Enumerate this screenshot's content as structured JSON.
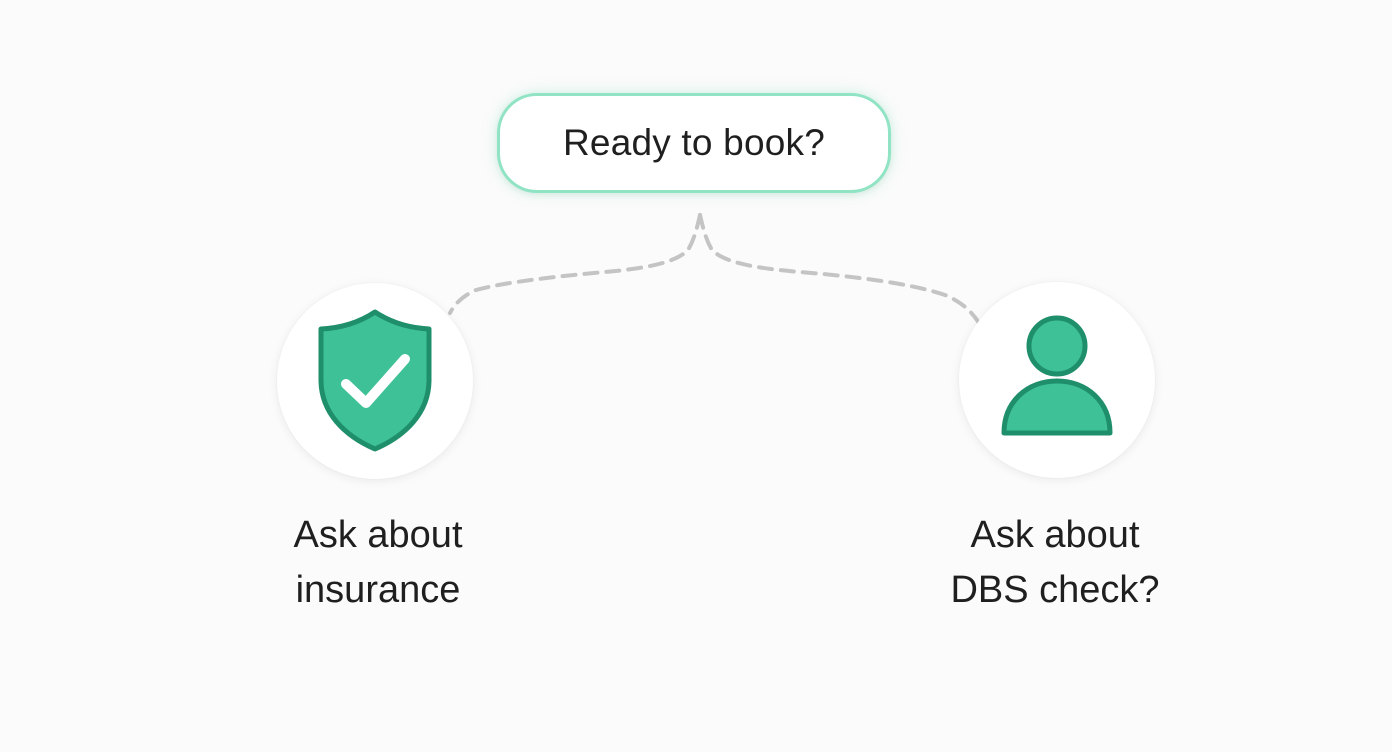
{
  "diagram": {
    "decision": {
      "label": "Ready to book?"
    },
    "options": [
      {
        "icon": "shield-check-icon",
        "label": "Ask about\ninsurance"
      },
      {
        "icon": "user-icon",
        "label": "Ask about\nDBS check?"
      }
    ],
    "colors": {
      "accent_fill": "#3ec197",
      "accent_stroke": "#1f8f6b",
      "bubble_border": "#90e4c4",
      "connector": "#c4c4c4",
      "text": "#1f1f1f"
    }
  }
}
